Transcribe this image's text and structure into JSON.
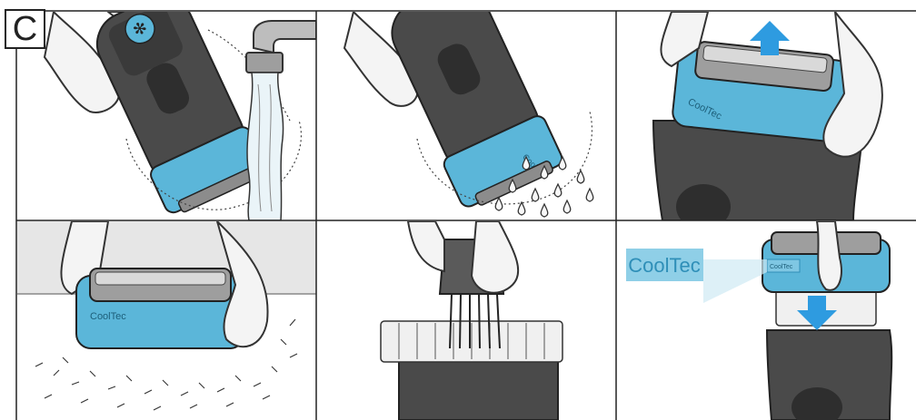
{
  "section": {
    "letter": "C"
  },
  "brand": {
    "label": "CoolTec",
    "accent": "#5bb6d9",
    "accent_dark": "#2f8fb8",
    "body_dark": "#4a4a4a",
    "arrow": "#2e9be0"
  },
  "panels": [
    {
      "id": "rinse-under-tap",
      "icon": "water-tap-icon"
    },
    {
      "id": "shake-dry",
      "icon": "water-drops-icon"
    },
    {
      "id": "remove-head",
      "icon": "arrow-up-icon"
    },
    {
      "id": "tap-out-hairs",
      "icon": "hair-clippings-icon"
    },
    {
      "id": "brush-clean",
      "icon": "cleaning-brush-icon"
    },
    {
      "id": "reattach-head",
      "icon": "arrow-down-icon"
    }
  ]
}
